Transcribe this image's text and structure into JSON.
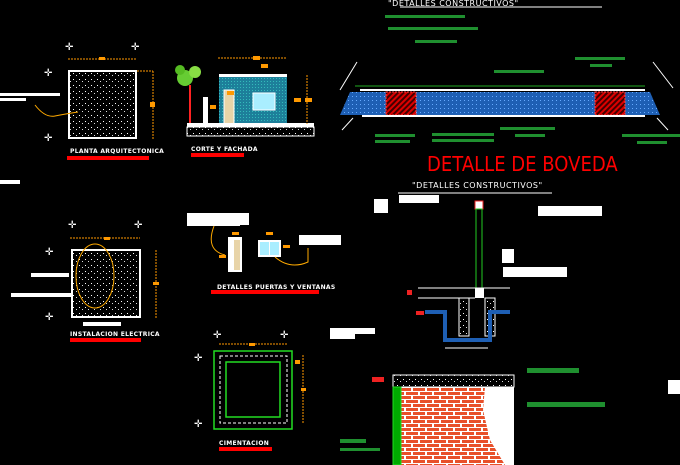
{
  "titles": {
    "header_top": "\"DETALLES CONSTRUCTIVOS\"",
    "header_mid": "\"DETALLES CONSTRUCTIVOS\"",
    "vault_detail": "DETALLE DE BOVEDA"
  },
  "views": {
    "floor_plan": "PLANTA ARQUITECTONICA",
    "section_facade": "CORTE Y FACHADA",
    "electrical": "INSTALACION ELECTRICA",
    "doors_windows": "DETALLES PUERTAS Y VENTANAS",
    "foundation": "CIMENTACION"
  },
  "colors": {
    "background": "#000000",
    "dimension": "#ff9900",
    "title_underline": "#ff0000",
    "annotation": "#1f8f2f",
    "vault_blue": "#1e5fb4",
    "brick": "#e8502a"
  }
}
